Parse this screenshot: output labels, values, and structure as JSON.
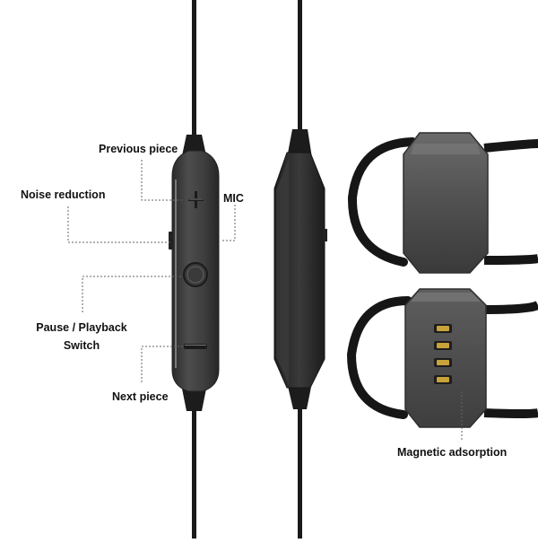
{
  "labels": {
    "previous_piece": "Previous piece",
    "noise_reduction": "Noise reduction",
    "mic": "MIC",
    "pause_playback_line1": "Pause / Playback",
    "pause_playback_line2": "Switch",
    "next_piece": "Next piece",
    "magnetic_adsorption": "Magnetic adsorption"
  },
  "colors": {
    "cable": "#1a1a1a",
    "body_dark": "#2b2b2b",
    "body_mid": "#4a4a4a",
    "bevel": "#6e6e6e",
    "contact_gold": "#c9a33a",
    "leader_line": "#666666"
  },
  "icons": [
    "plus-icon",
    "power-button-icon",
    "minus-icon"
  ]
}
